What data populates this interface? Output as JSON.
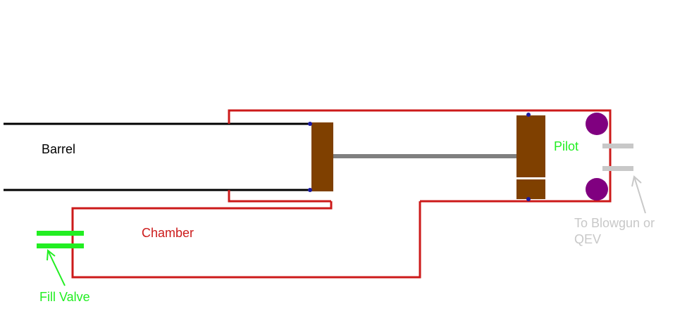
{
  "labels": {
    "barrel": "Barrel",
    "chamber": "Chamber",
    "pilot": "Pilot",
    "fill_valve": "Fill Valve",
    "to_blowgun_line1": "To Blowgun or",
    "to_blowgun_line2": "QEV"
  },
  "colors": {
    "background": "#ffffff",
    "barrel": "#000000",
    "chamber_wall": "#cc1a1a",
    "piston": "#7f4000",
    "rod": "#808080",
    "pilot_oring": "#800080",
    "seal_dot": "#1a1aa0",
    "fill_valve": "#22ee22",
    "pilot_label": "#22ee22",
    "chamber_label": "#cc1a1a",
    "outlet": "#c8c8c8"
  }
}
